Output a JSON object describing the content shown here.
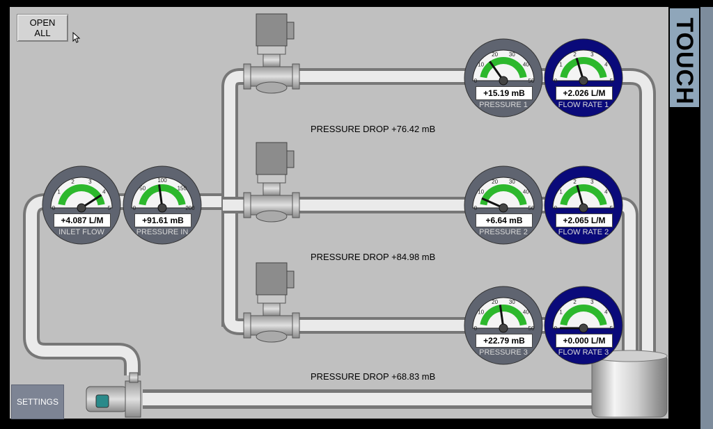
{
  "buttons": {
    "open_all": "OPEN\nALL",
    "settings": "SETTINGS"
  },
  "side_tab": "TOUCH",
  "pressure_drops": [
    "PRESSURE DROP +76.42 mB",
    "PRESSURE DROP +84.98 mB",
    "PRESSURE DROP +68.83 mB"
  ],
  "inlet": {
    "flow": {
      "readout": "+4.087 L/M",
      "caption": "INLET FLOW",
      "ticks": [
        "0",
        "1",
        "2",
        "3",
        "4",
        "5"
      ],
      "value": 4.087,
      "max": 5
    },
    "pressure": {
      "readout": "+91.61 mB",
      "caption": "PRESSURE IN",
      "ticks": [
        "0",
        "50",
        "100",
        "150",
        "200"
      ],
      "value": 91.61,
      "max": 200
    }
  },
  "branches": [
    {
      "pressure": {
        "readout": "+15.19 mB",
        "caption": "PRESSURE 1",
        "ticks": [
          "0",
          "10",
          "20",
          "30",
          "40",
          "50"
        ],
        "value": 15.19,
        "max": 50
      },
      "flow": {
        "readout": "+2.026 L/M",
        "caption": "FLOW RATE 1",
        "ticks": [
          "0",
          "1",
          "2",
          "3",
          "4",
          "5"
        ],
        "value": 2.026,
        "max": 5
      }
    },
    {
      "pressure": {
        "readout": "+6.64 mB",
        "caption": "PRESSURE 2",
        "ticks": [
          "0",
          "10",
          "20",
          "30",
          "40",
          "50"
        ],
        "value": 6.64,
        "max": 50
      },
      "flow": {
        "readout": "+2.065 L/M",
        "caption": "FLOW RATE 2",
        "ticks": [
          "0",
          "1",
          "2",
          "3",
          "4",
          "5"
        ],
        "value": 2.065,
        "max": 5
      }
    },
    {
      "pressure": {
        "readout": "+22.79 mB",
        "caption": "PRESSURE 3",
        "ticks": [
          "0",
          "10",
          "20",
          "30",
          "40",
          "50"
        ],
        "value": 22.79,
        "max": 50
      },
      "flow": {
        "readout": "+0.000 L/M",
        "caption": "FLOW RATE 3",
        "ticks": [
          "0",
          "1",
          "2",
          "3",
          "4",
          "5"
        ],
        "value": 0.0,
        "max": 5
      }
    }
  ],
  "colors": {
    "panel": "#c0c0c0",
    "pressure_gauge": "#5f6470",
    "flow_gauge": "#0a0a7a",
    "arc_green": "#2db82d",
    "pipe": "#e6e6e6"
  }
}
